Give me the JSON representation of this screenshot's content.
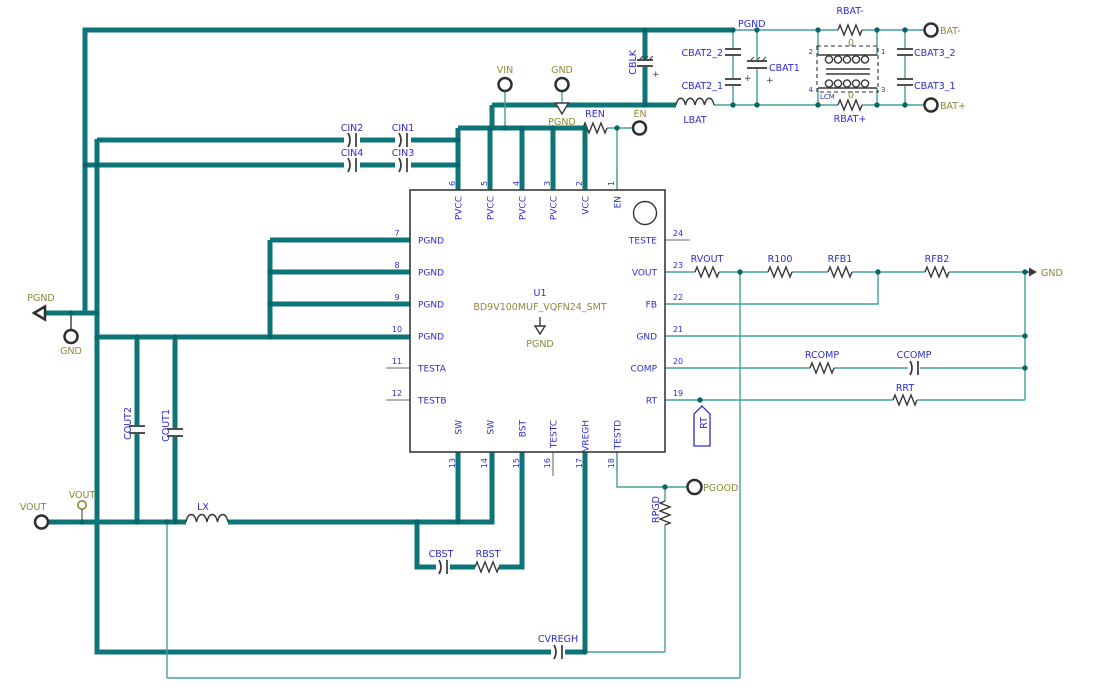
{
  "colors": {
    "wire_thick": "#0d7477",
    "wire_thin": "#44a09b",
    "junction": "#0a6568",
    "designator_blue": "#2d2dd0",
    "net_olive": "#8a8a38",
    "outline": "#383838"
  },
  "ic": {
    "refdes": "U1",
    "part": "BD9V100MUF_VQFN24_SMT",
    "pad_label": "PGND",
    "top_pins": [
      {
        "n": "6",
        "name": "PVCC"
      },
      {
        "n": "5",
        "name": "PVCC"
      },
      {
        "n": "4",
        "name": "PVCC"
      },
      {
        "n": "3",
        "name": "PVCC"
      },
      {
        "n": "2",
        "name": "VCC"
      },
      {
        "n": "1",
        "name": "EN"
      }
    ],
    "left_pins": [
      {
        "n": "7",
        "name": "PGND"
      },
      {
        "n": "8",
        "name": "PGND"
      },
      {
        "n": "9",
        "name": "PGND"
      },
      {
        "n": "10",
        "name": "PGND"
      },
      {
        "n": "11",
        "name": "TESTA"
      },
      {
        "n": "12",
        "name": "TESTB"
      }
    ],
    "right_pins": [
      {
        "n": "24",
        "name": "TESTE"
      },
      {
        "n": "23",
        "name": "VOUT"
      },
      {
        "n": "22",
        "name": "FB"
      },
      {
        "n": "21",
        "name": "GND"
      },
      {
        "n": "20",
        "name": "COMP"
      },
      {
        "n": "19",
        "name": "RT"
      }
    ],
    "bottom_pins": [
      {
        "n": "13",
        "name": "SW"
      },
      {
        "n": "14",
        "name": "SW"
      },
      {
        "n": "15",
        "name": "BST"
      },
      {
        "n": "16",
        "name": "TESTC"
      },
      {
        "n": "17",
        "name": "VREGH"
      },
      {
        "n": "18",
        "name": "TESTD"
      }
    ]
  },
  "ports": {
    "vin": "VIN",
    "gnd_top": "GND",
    "pgnd_port_top": "PGND",
    "en": "EN",
    "pgnd_left": "PGND",
    "gnd_left": "GND",
    "vout_terminal": "VOUT",
    "vout_probe": "VOUT",
    "pgood": "PGOOD",
    "gnd_right": "GND",
    "bat_minus": "BAT-",
    "bat_plus": "BAT+"
  },
  "nets": {
    "pgnd_top": "PGND",
    "rt_flag": "RT"
  },
  "components": {
    "cin1": "CIN1",
    "cin2": "CIN2",
    "cin3": "CIN3",
    "cin4": "CIN4",
    "ren": "REN",
    "cblk": "CBLK",
    "lbat": "LBAT",
    "cbat2_2": "CBAT2_2",
    "cbat2_1": "CBAT2_1",
    "cbat1": "CBAT1",
    "rbat_minus": "RBAT-",
    "rbat_minus_value": "0",
    "rbat_plus": "RBAT+",
    "rbat_plus_value": "0",
    "lcm": "LCM",
    "lcm_pin_tl": "2",
    "lcm_pin_tr": "1",
    "lcm_pin_bl": "4",
    "lcm_pin_br": "3",
    "cbat3_2": "CBAT3_2",
    "cbat3_1": "CBAT3_1",
    "rvout": "RVOUT",
    "r100": "R100",
    "rfb1": "RFB1",
    "rfb2": "RFB2",
    "rcomp": "RCOMP",
    "ccomp": "CCOMP",
    "rrt": "RRT",
    "cout2": "COUT2",
    "cout1": "COUT1",
    "lx": "LX",
    "cbst": "CBST",
    "rbst": "RBST",
    "cvregh": "CVREGH",
    "rpgd": "RPGD",
    "plus": "+"
  }
}
